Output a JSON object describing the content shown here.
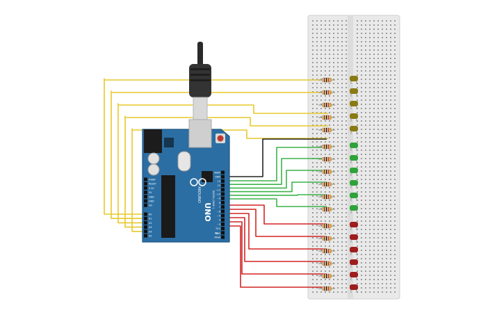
{
  "board": {
    "logo_text": "ARDUINO",
    "model": "UNO",
    "digital_header_label": "DIGITAL (PWM~)",
    "power_pins": [
      "IOREF",
      "RESET",
      "3.3V",
      "5V",
      "GND",
      "GND",
      "Vin"
    ],
    "analog_pins": [
      "A0",
      "A1",
      "A2",
      "A3",
      "A4",
      "A5"
    ],
    "digital_pins": [
      "AREF",
      "GND",
      "13",
      "12",
      "~11",
      "~10",
      "~9",
      "8",
      "7",
      "~6",
      "~5",
      "4",
      "~3",
      "2",
      "TX▸1",
      "RX◂0"
    ],
    "tx_label": "TX",
    "rx_label": "RX"
  },
  "colors": {
    "yellow_wire": "#e8c82a",
    "green_wire": "#3bb34a",
    "red_wire": "#d32424",
    "black_wire": "#222222",
    "board_blue": "#2b6ea3",
    "led_yellow": "#8a7a14",
    "led_green": "#2fa33a",
    "led_red": "#9e1d1d",
    "resistor_body": "#d9b48a",
    "breadboard": "#e9e9e9"
  },
  "circuit": {
    "led_groups": [
      {
        "color": "yellow",
        "count": 5,
        "source": "analog"
      },
      {
        "color": "green",
        "count": 6,
        "source": "digital"
      },
      {
        "color": "red",
        "count": 6,
        "source": "digital"
      }
    ],
    "ground_wire": "black"
  }
}
